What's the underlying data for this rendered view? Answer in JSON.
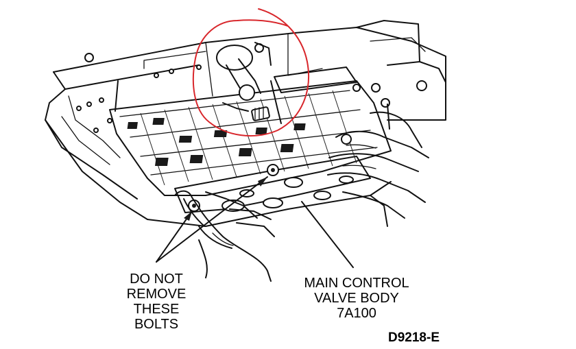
{
  "labels": {
    "do_not_remove": [
      "DO NOT",
      "REMOVE",
      "THESE",
      "BOLTS"
    ],
    "main_control": [
      "MAIN CONTROL",
      "VALVE BODY",
      "7A100"
    ],
    "figure_code": "D9218-E"
  },
  "colors": {
    "ink": "#111111",
    "annotation_circle": "#d8262b",
    "background": "#ffffff"
  }
}
